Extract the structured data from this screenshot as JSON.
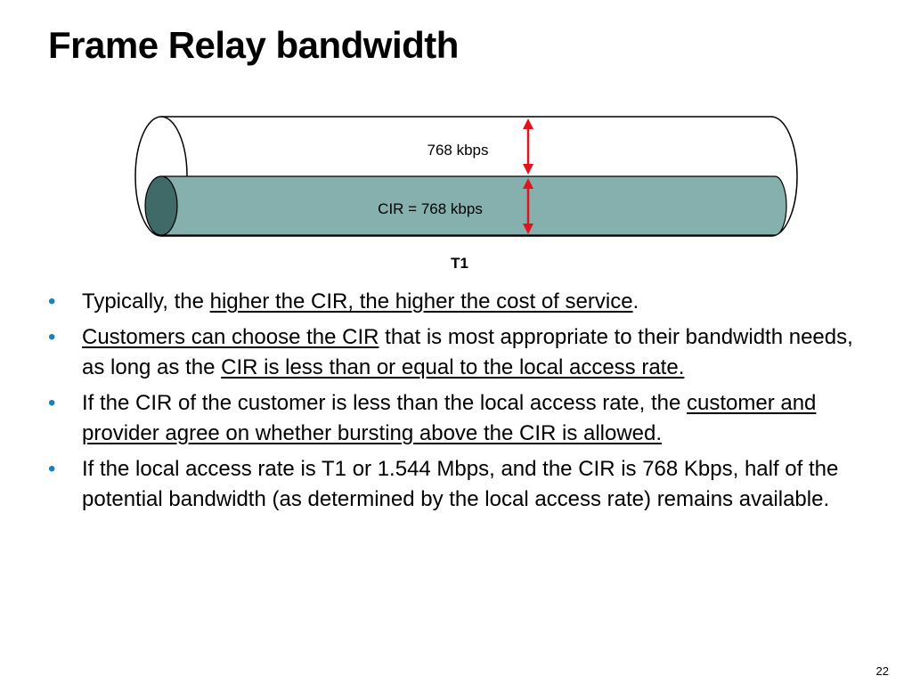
{
  "slide": {
    "title": "Frame Relay bandwidth",
    "page_number": "22"
  },
  "diagram": {
    "upper_label": "768 kbps",
    "cir_label": "CIR = 768 kbps",
    "caption": "T1",
    "colors": {
      "pipe_fill": "#ffffff",
      "pipe_stroke": "#000000",
      "cir_fill": "#86b0ad",
      "cir_end": "#3f6a67",
      "arrow": "#e0141c"
    }
  },
  "bullets": [
    {
      "parts": [
        {
          "text": "Typically, the ",
          "underline": false
        },
        {
          "text": "higher the CIR, the higher the cost of service",
          "underline": true
        },
        {
          "text": ".",
          "underline": false
        }
      ]
    },
    {
      "parts": [
        {
          "text": "Customers can choose the CIR",
          "underline": true
        },
        {
          "text": " that is most appropriate to their bandwidth needs, as long as the ",
          "underline": false
        },
        {
          "text": "CIR is less than or equal to the local access rate.",
          "underline": true
        }
      ]
    },
    {
      "parts": [
        {
          "text": "If the CIR of the customer is less than the local access rate, the ",
          "underline": false
        },
        {
          "text": "customer and provider agree on whether bursting above the CIR is allowed.",
          "underline": true
        }
      ]
    },
    {
      "parts": [
        {
          "text": "If the local access rate is T1 or 1.544 Mbps, and the CIR is 768 Kbps, half of the potential bandwidth (as determined by the local access rate) remains available.",
          "underline": false
        }
      ]
    }
  ],
  "bullet_glyph": "•"
}
